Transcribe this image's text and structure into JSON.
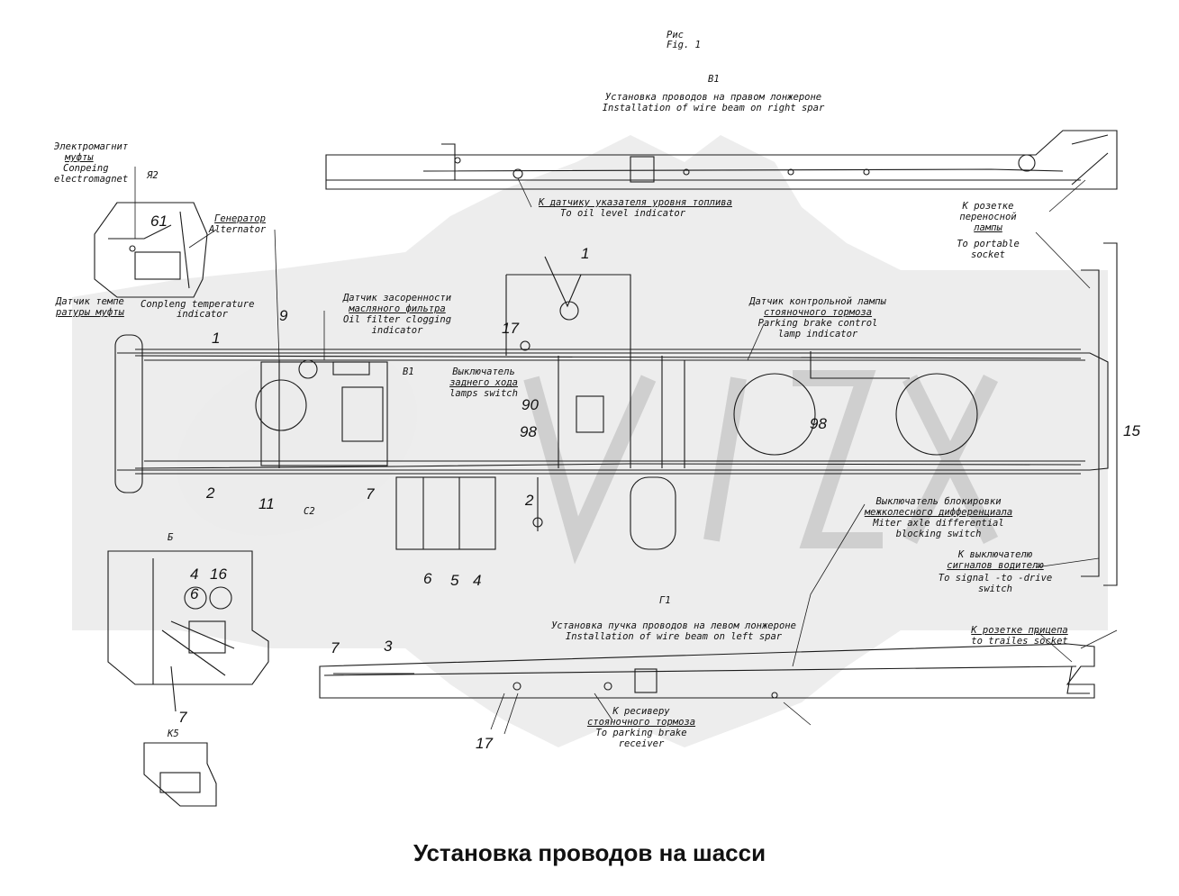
{
  "figure": {
    "ru": "Рис",
    "en": "Fig. 1"
  },
  "views": {
    "b1": {
      "id": "В1",
      "ru": "Установка проводов на правом лонжероне",
      "en": "Installation of wire beam on right spar"
    },
    "g1": {
      "id": "Г1",
      "ru": "Установка пучка проводов на левом лонжероне",
      "en": "Installation of wire beam on left spar"
    },
    "ya2": "Я2",
    "b": "Б",
    "k5": "К5",
    "c2": "С2",
    "b1_inline": "В1"
  },
  "labels": {
    "clutch_magnet": {
      "ru1": "Электромагнит",
      "ru2": "муфты",
      "en1": "Conpeing",
      "en2": "electromagnet"
    },
    "generator": {
      "ru": "Генератор",
      "en": "Alternator"
    },
    "clutch_temp": {
      "ru1": "Датчик темпе",
      "ru2": "ратуры муфты",
      "en1": "Conpleng temperature",
      "en2": "indicator"
    },
    "oil_filter": {
      "ru1": "Датчик засоренности",
      "ru2": "масляного фильтра",
      "en1": "Oil filter clogging",
      "en2": "indicator"
    },
    "fuel_level": {
      "ru": "К датчику указателя уровня топлива",
      "en": "To oil level indicator"
    },
    "portable_socket": {
      "ru1": "К розетке",
      "ru2": "переносной",
      "ru3": "лампы",
      "en1": "To portable",
      "en2": "socket"
    },
    "parking_brake": {
      "ru1": "Датчик контрольной лампы",
      "ru2": "стояночного тормоза",
      "en1": "Parking brake control",
      "en2": "lamp indicator"
    },
    "reverse": {
      "ru1": "Выключатель",
      "ru2": "заднего хода",
      "en1": "lamps switch"
    },
    "diff_lock": {
      "ru1": "Выключатель блокировки",
      "ru2": "межколесного дифференциала",
      "en1": "Miter axle differential",
      "en2": "blocking switch"
    },
    "signal_driver": {
      "ru1": "К выключателю",
      "ru2": "сигналов водителю",
      "en1": "To signal -to -drive",
      "en2": "switch"
    },
    "trailer_socket": {
      "ru": "К розетке прицепа",
      "en": "to trailes socket"
    },
    "parking_receiver": {
      "ru1": "К ресиверу",
      "ru2": "стояночного тормоза",
      "en1": "To parking brake",
      "en2": "receiver"
    }
  },
  "numbers": {
    "n1a": "1",
    "n1b": "1",
    "n2a": "2",
    "n2b": "2",
    "n3a": "3",
    "n4a": "4",
    "n4b": "4",
    "n5": "5",
    "n6a": "6",
    "n6b": "6",
    "n7a": "7",
    "n7b": "7",
    "n7c": "7",
    "n9": "9",
    "n11": "11",
    "n15": "15",
    "n16": "16",
    "n17a": "17",
    "n17b": "17",
    "n61": "61",
    "n90": "90",
    "n98a": "98",
    "n98b": "98"
  },
  "caption": "Установка проводов на шасси",
  "colors": {
    "line": "#1a1a1a",
    "watermark": "#d7d7d7"
  }
}
